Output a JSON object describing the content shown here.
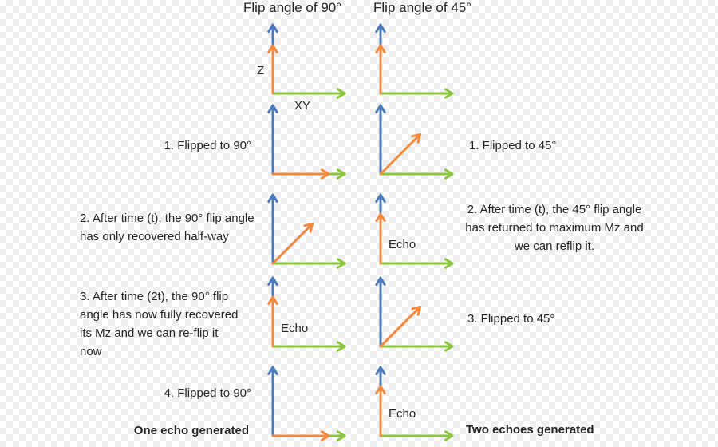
{
  "titles": {
    "left": "Flip angle of 90°",
    "right": "Flip angle of 45°"
  },
  "axes": {
    "z": "Z",
    "xy": "XY"
  },
  "colors": {
    "z_axis": "#4b7bbf",
    "xy_axis": "#8cc63f",
    "magnetization": "#f5883b"
  },
  "left_steps": [
    "1. Flipped to 90°",
    "2. After time (t), the 90° flip angle has only recovered half-way",
    "3. After time (2t), the 90° flip angle has now fully recovered its Mz and we can re-flip it now",
    "4. Flipped to 90°"
  ],
  "right_steps": [
    "1. Flipped to 45°",
    "2. After time (t), the 45° flip angle has returned to maximum Mz and we can reflip it.",
    "3. Flipped to 45°"
  ],
  "echo_label": "Echo",
  "results": {
    "left": "One echo generated",
    "right": "Two echoes generated"
  },
  "diagrams": {
    "left": [
      {
        "angle_deg": 0,
        "length": 0.6
      },
      {
        "angle_deg": 90,
        "length": 0.7
      },
      {
        "angle_deg": 45,
        "length": 0.7
      },
      {
        "angle_deg": 0,
        "length": 0.62,
        "echo": true
      },
      {
        "angle_deg": 90,
        "length": 0.7
      }
    ],
    "right": [
      {
        "angle_deg": 0,
        "length": 0.6
      },
      {
        "angle_deg": 45,
        "length": 0.7
      },
      {
        "angle_deg": 0,
        "length": 0.62,
        "echo": true
      },
      {
        "angle_deg": 45,
        "length": 0.7
      },
      {
        "angle_deg": 0,
        "length": 0.62,
        "echo": true
      }
    ]
  }
}
